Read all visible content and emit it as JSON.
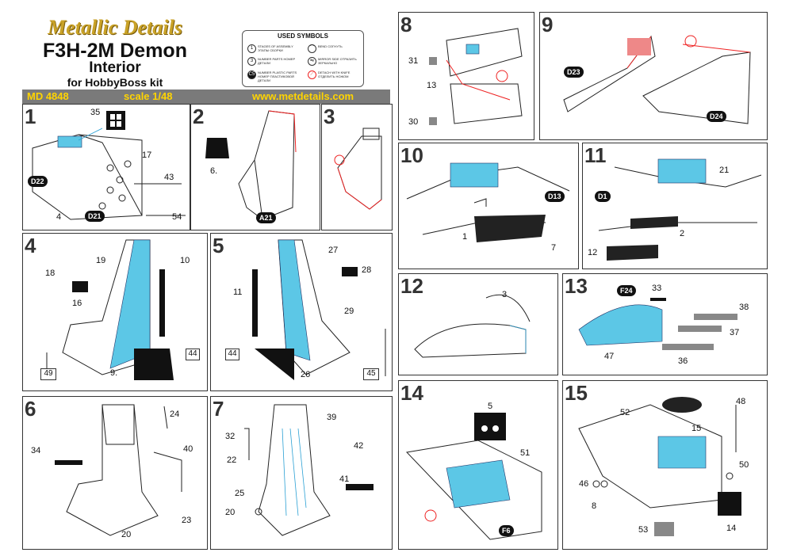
{
  "header": {
    "brand": "Metallic Details",
    "title": "F3H-2M Demon",
    "subtitle": "Interior",
    "kit": "for HobbyBoss kit",
    "code": "MD 4848",
    "scale": "scale 1/48",
    "website": "www.metdetails.com"
  },
  "symbols": {
    "title": "USED SYMBOLS",
    "items": [
      {
        "icon": "1",
        "text": "STAGES OF ASSEMBLY ЭТАПЫ СБОРКИ"
      },
      {
        "icon": "3",
        "text": "NUMBER PARTS НОМЕР ДЕТАЛИ"
      },
      {
        "icon": "C5",
        "text": "NUMBER PLASTIC PARTS НОМЕР ПЛАСТИКОВОЙ ДЕТАЛИ"
      },
      {
        "icon": "",
        "text": "BEND СОГНУТЬ"
      },
      {
        "icon": "",
        "text": "MIRROR SIDE ОТРАЗИТЬ ЗЕРКАЛЬНО"
      },
      {
        "icon": "",
        "text": "DETACH WITH KNIFE ОТДЕЛИТЬ НОЖОМ"
      }
    ]
  },
  "panels": [
    {
      "num": "1",
      "labels": [
        "35",
        "17",
        "43",
        "4",
        "54"
      ],
      "plastic": [
        "D22",
        "D21"
      ]
    },
    {
      "num": "2",
      "labels": [
        "6."
      ],
      "plastic": [
        "A21"
      ]
    },
    {
      "num": "3",
      "labels": [],
      "plastic": []
    },
    {
      "num": "4",
      "labels": [
        "19",
        "18",
        "16",
        "10",
        "9.",
        "44",
        "49"
      ],
      "plastic": []
    },
    {
      "num": "5",
      "labels": [
        "27",
        "28",
        "29",
        "11",
        "44",
        "26",
        "45"
      ],
      "plastic": []
    },
    {
      "num": "6",
      "labels": [
        "24",
        "40",
        "34",
        "23",
        "20"
      ],
      "plastic": []
    },
    {
      "num": "7",
      "labels": [
        "39",
        "32",
        "42",
        "22",
        "41",
        "25",
        "20"
      ],
      "plastic": []
    },
    {
      "num": "8",
      "labels": [
        "31",
        "13",
        "30"
      ],
      "plastic": []
    },
    {
      "num": "9",
      "labels": [],
      "plastic": [
        "D23",
        "D24"
      ]
    },
    {
      "num": "10",
      "labels": [
        "1",
        "7"
      ],
      "plastic": [
        "D13"
      ]
    },
    {
      "num": "11",
      "labels": [
        "21",
        "2",
        "12"
      ],
      "plastic": [
        "D1"
      ]
    },
    {
      "num": "12",
      "labels": [
        "3"
      ],
      "plastic": []
    },
    {
      "num": "13",
      "labels": [
        "33",
        "38",
        "37",
        "36",
        "47"
      ],
      "plastic": [
        "F24"
      ]
    },
    {
      "num": "14",
      "labels": [
        "5",
        "51"
      ],
      "plastic": [
        "F6"
      ]
    },
    {
      "num": "15",
      "labels": [
        "52",
        "15",
        "48",
        "50",
        "46",
        "8",
        "14",
        "53"
      ],
      "plastic": []
    }
  ]
}
